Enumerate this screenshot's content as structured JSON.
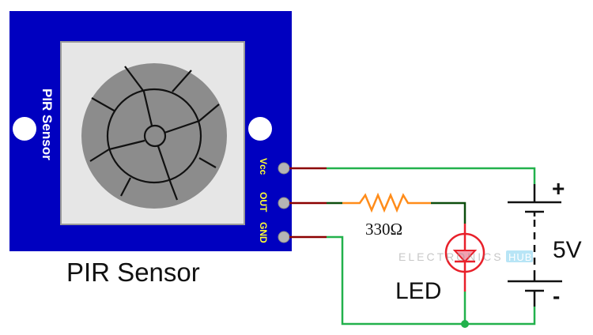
{
  "module": {
    "board_label": "PIR Sensor",
    "caption": "PIR Sensor",
    "pins": [
      {
        "name": "Vcc"
      },
      {
        "name": "OUT"
      },
      {
        "name": "GND"
      }
    ]
  },
  "resistor": {
    "label": "330Ω"
  },
  "led": {
    "label": "LED"
  },
  "battery": {
    "label": "5V",
    "plus": "+",
    "minus": "-"
  },
  "watermark": {
    "text": "ELECTRONICS",
    "badge": "HUB"
  },
  "colors": {
    "board": "#0000c0",
    "window": "#e6e6e6",
    "lens": "#8c8c8c",
    "pin_label": "#ffff33",
    "wire_green": "#22b14c",
    "wire_dark_green": "#0d4d0d",
    "wire_red": "#8b0000",
    "resistor": "#ff8c1a",
    "led": "#e8202a",
    "led_fill": "#f4a0b0"
  }
}
